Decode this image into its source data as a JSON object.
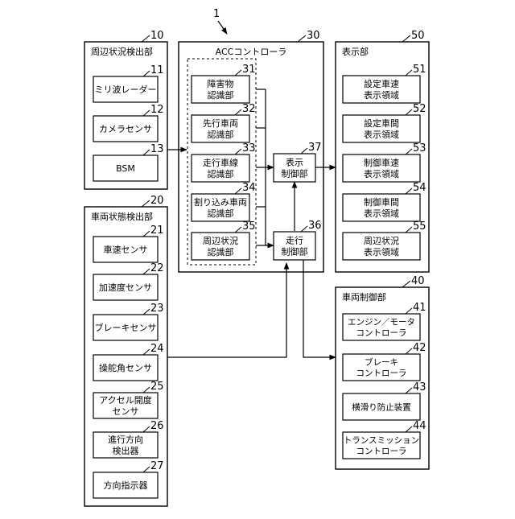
{
  "figure_number": "1",
  "groups": {
    "surroundings": {
      "title": "周辺状況検出部",
      "ref": "10",
      "items": [
        {
          "ref": "11",
          "lines": [
            "ミリ波レーダー"
          ]
        },
        {
          "ref": "12",
          "lines": [
            "カメラセンサ"
          ]
        },
        {
          "ref": "13",
          "lines": [
            "BSM"
          ]
        }
      ]
    },
    "vehicle_state": {
      "title": "車両状態検出部",
      "ref": "20",
      "items": [
        {
          "ref": "21",
          "lines": [
            "車速センサ"
          ]
        },
        {
          "ref": "22",
          "lines": [
            "加速度センサ"
          ]
        },
        {
          "ref": "23",
          "lines": [
            "ブレーキセンサ"
          ]
        },
        {
          "ref": "24",
          "lines": [
            "操舵角センサ"
          ]
        },
        {
          "ref": "25",
          "lines": [
            "アクセル開度",
            "センサ"
          ]
        },
        {
          "ref": "26",
          "lines": [
            "進行方向",
            "検出器"
          ]
        },
        {
          "ref": "27",
          "lines": [
            "方向指示器"
          ]
        }
      ]
    },
    "acc": {
      "title": "ACCコントローラ",
      "ref": "30",
      "recognizers": [
        {
          "ref": "31",
          "lines": [
            "障害物",
            "認識部"
          ]
        },
        {
          "ref": "32",
          "lines": [
            "先行車両",
            "認識部"
          ]
        },
        {
          "ref": "33",
          "lines": [
            "走行車線",
            "認識部"
          ]
        },
        {
          "ref": "34",
          "lines": [
            "割り込み車両",
            "認識部"
          ]
        },
        {
          "ref": "35",
          "lines": [
            "周辺状況",
            "認識部"
          ]
        }
      ],
      "display_ctrl": {
        "ref": "37",
        "lines": [
          "表示",
          "制御部"
        ]
      },
      "travel_ctrl": {
        "ref": "36",
        "lines": [
          "走行",
          "制御部"
        ]
      }
    },
    "display": {
      "title": "表示部",
      "ref": "50",
      "items": [
        {
          "ref": "51",
          "lines": [
            "設定車速",
            "表示領域"
          ]
        },
        {
          "ref": "52",
          "lines": [
            "設定車間",
            "表示領域"
          ]
        },
        {
          "ref": "53",
          "lines": [
            "制御車速",
            "表示領域"
          ]
        },
        {
          "ref": "54",
          "lines": [
            "制御車間",
            "表示領域"
          ]
        },
        {
          "ref": "55",
          "lines": [
            "周辺状況",
            "表示領域"
          ]
        }
      ]
    },
    "vehicle_control": {
      "title": "車両制御部",
      "ref": "40",
      "items": [
        {
          "ref": "41",
          "lines": [
            "エンジン／モータ",
            "コントローラ"
          ]
        },
        {
          "ref": "42",
          "lines": [
            "ブレーキ",
            "コントローラ"
          ]
        },
        {
          "ref": "43",
          "lines": [
            "横滑り防止装置"
          ]
        },
        {
          "ref": "44",
          "lines": [
            "トランスミッション",
            "コントローラ"
          ]
        }
      ]
    }
  }
}
